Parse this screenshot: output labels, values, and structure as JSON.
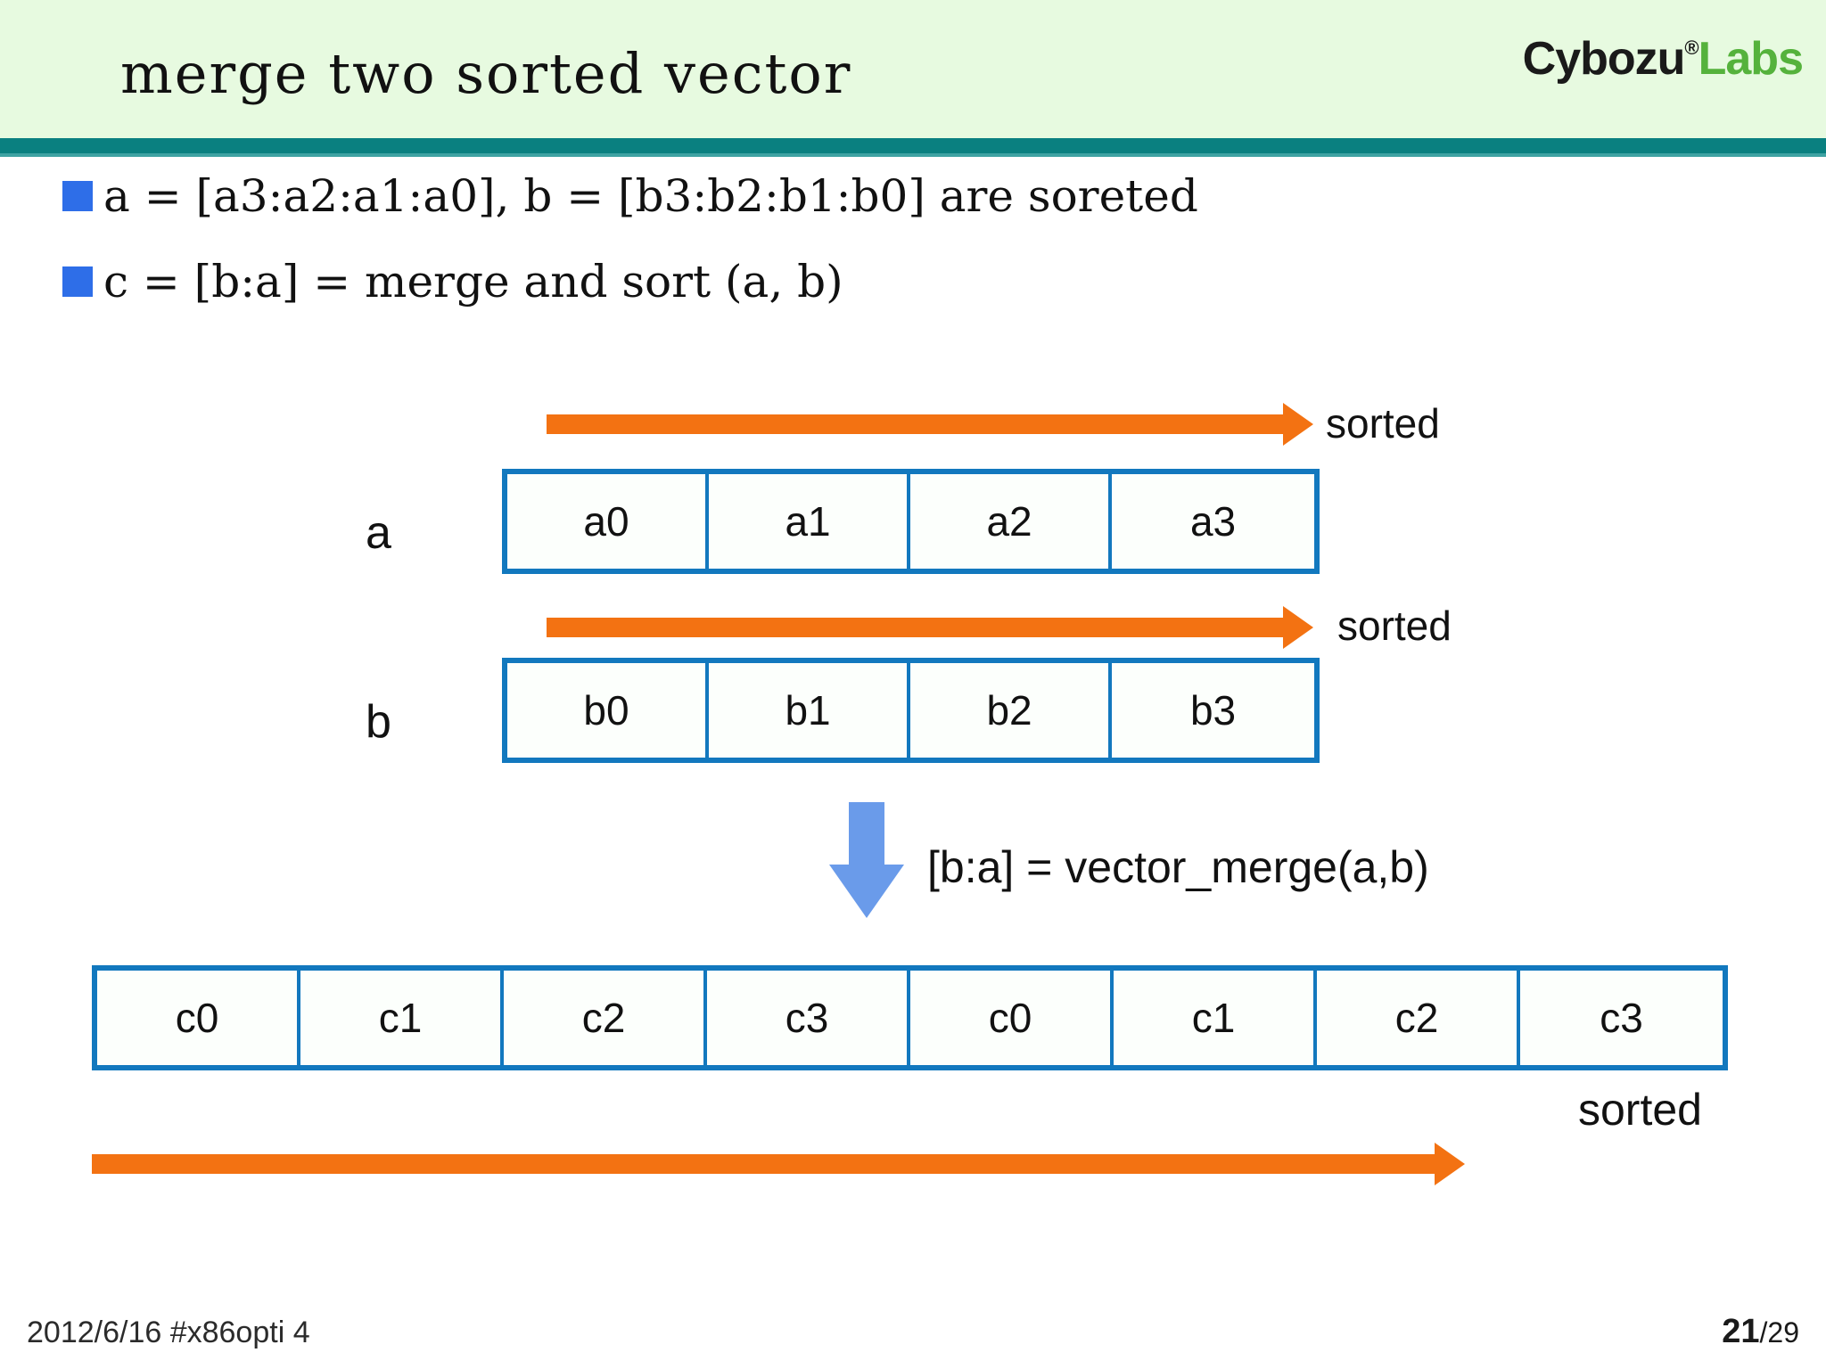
{
  "slide": {
    "title": "merge two sorted vector",
    "brand": {
      "name_dark": "Cybozu",
      "registered_mark": "®",
      "name_green": "Labs",
      "color_dark": "#1a1a1a",
      "color_green": "#55B23C"
    },
    "header_bg": "#E7FAE0",
    "rule_color": "#0A8080"
  },
  "bullets": [
    {
      "marker": "square-bullet",
      "text": "a = [a3:a2:a1:a0], b = [b3:b2:b1:b0] are soreted"
    },
    {
      "marker": "square-bullet",
      "text": "c = [b:a] = merge and sort (a, b)"
    }
  ],
  "diagram": {
    "accent_orange": "#F37212",
    "accent_blue": "#1278BE",
    "merge_arrow_blue": "#6A9BEA",
    "arrays": [
      {
        "name": "a",
        "label": "a",
        "cells": [
          "a0",
          "a1",
          "a2",
          "a3"
        ],
        "direction_label": "sorted"
      },
      {
        "name": "b",
        "label": "b",
        "cells": [
          "b0",
          "b1",
          "b2",
          "b3"
        ],
        "direction_label": "sorted"
      },
      {
        "name": "c",
        "label": "",
        "cells": [
          "c0",
          "c1",
          "c2",
          "c3",
          "c0",
          "c1",
          "c2",
          "c3"
        ],
        "direction_label": "sorted"
      }
    ],
    "merge_operation": "[b:a] = vector_merge(a,b)"
  },
  "footer": {
    "left": "2012/6/16 #x86opti 4",
    "page_current": "21",
    "page_total": "/29"
  }
}
